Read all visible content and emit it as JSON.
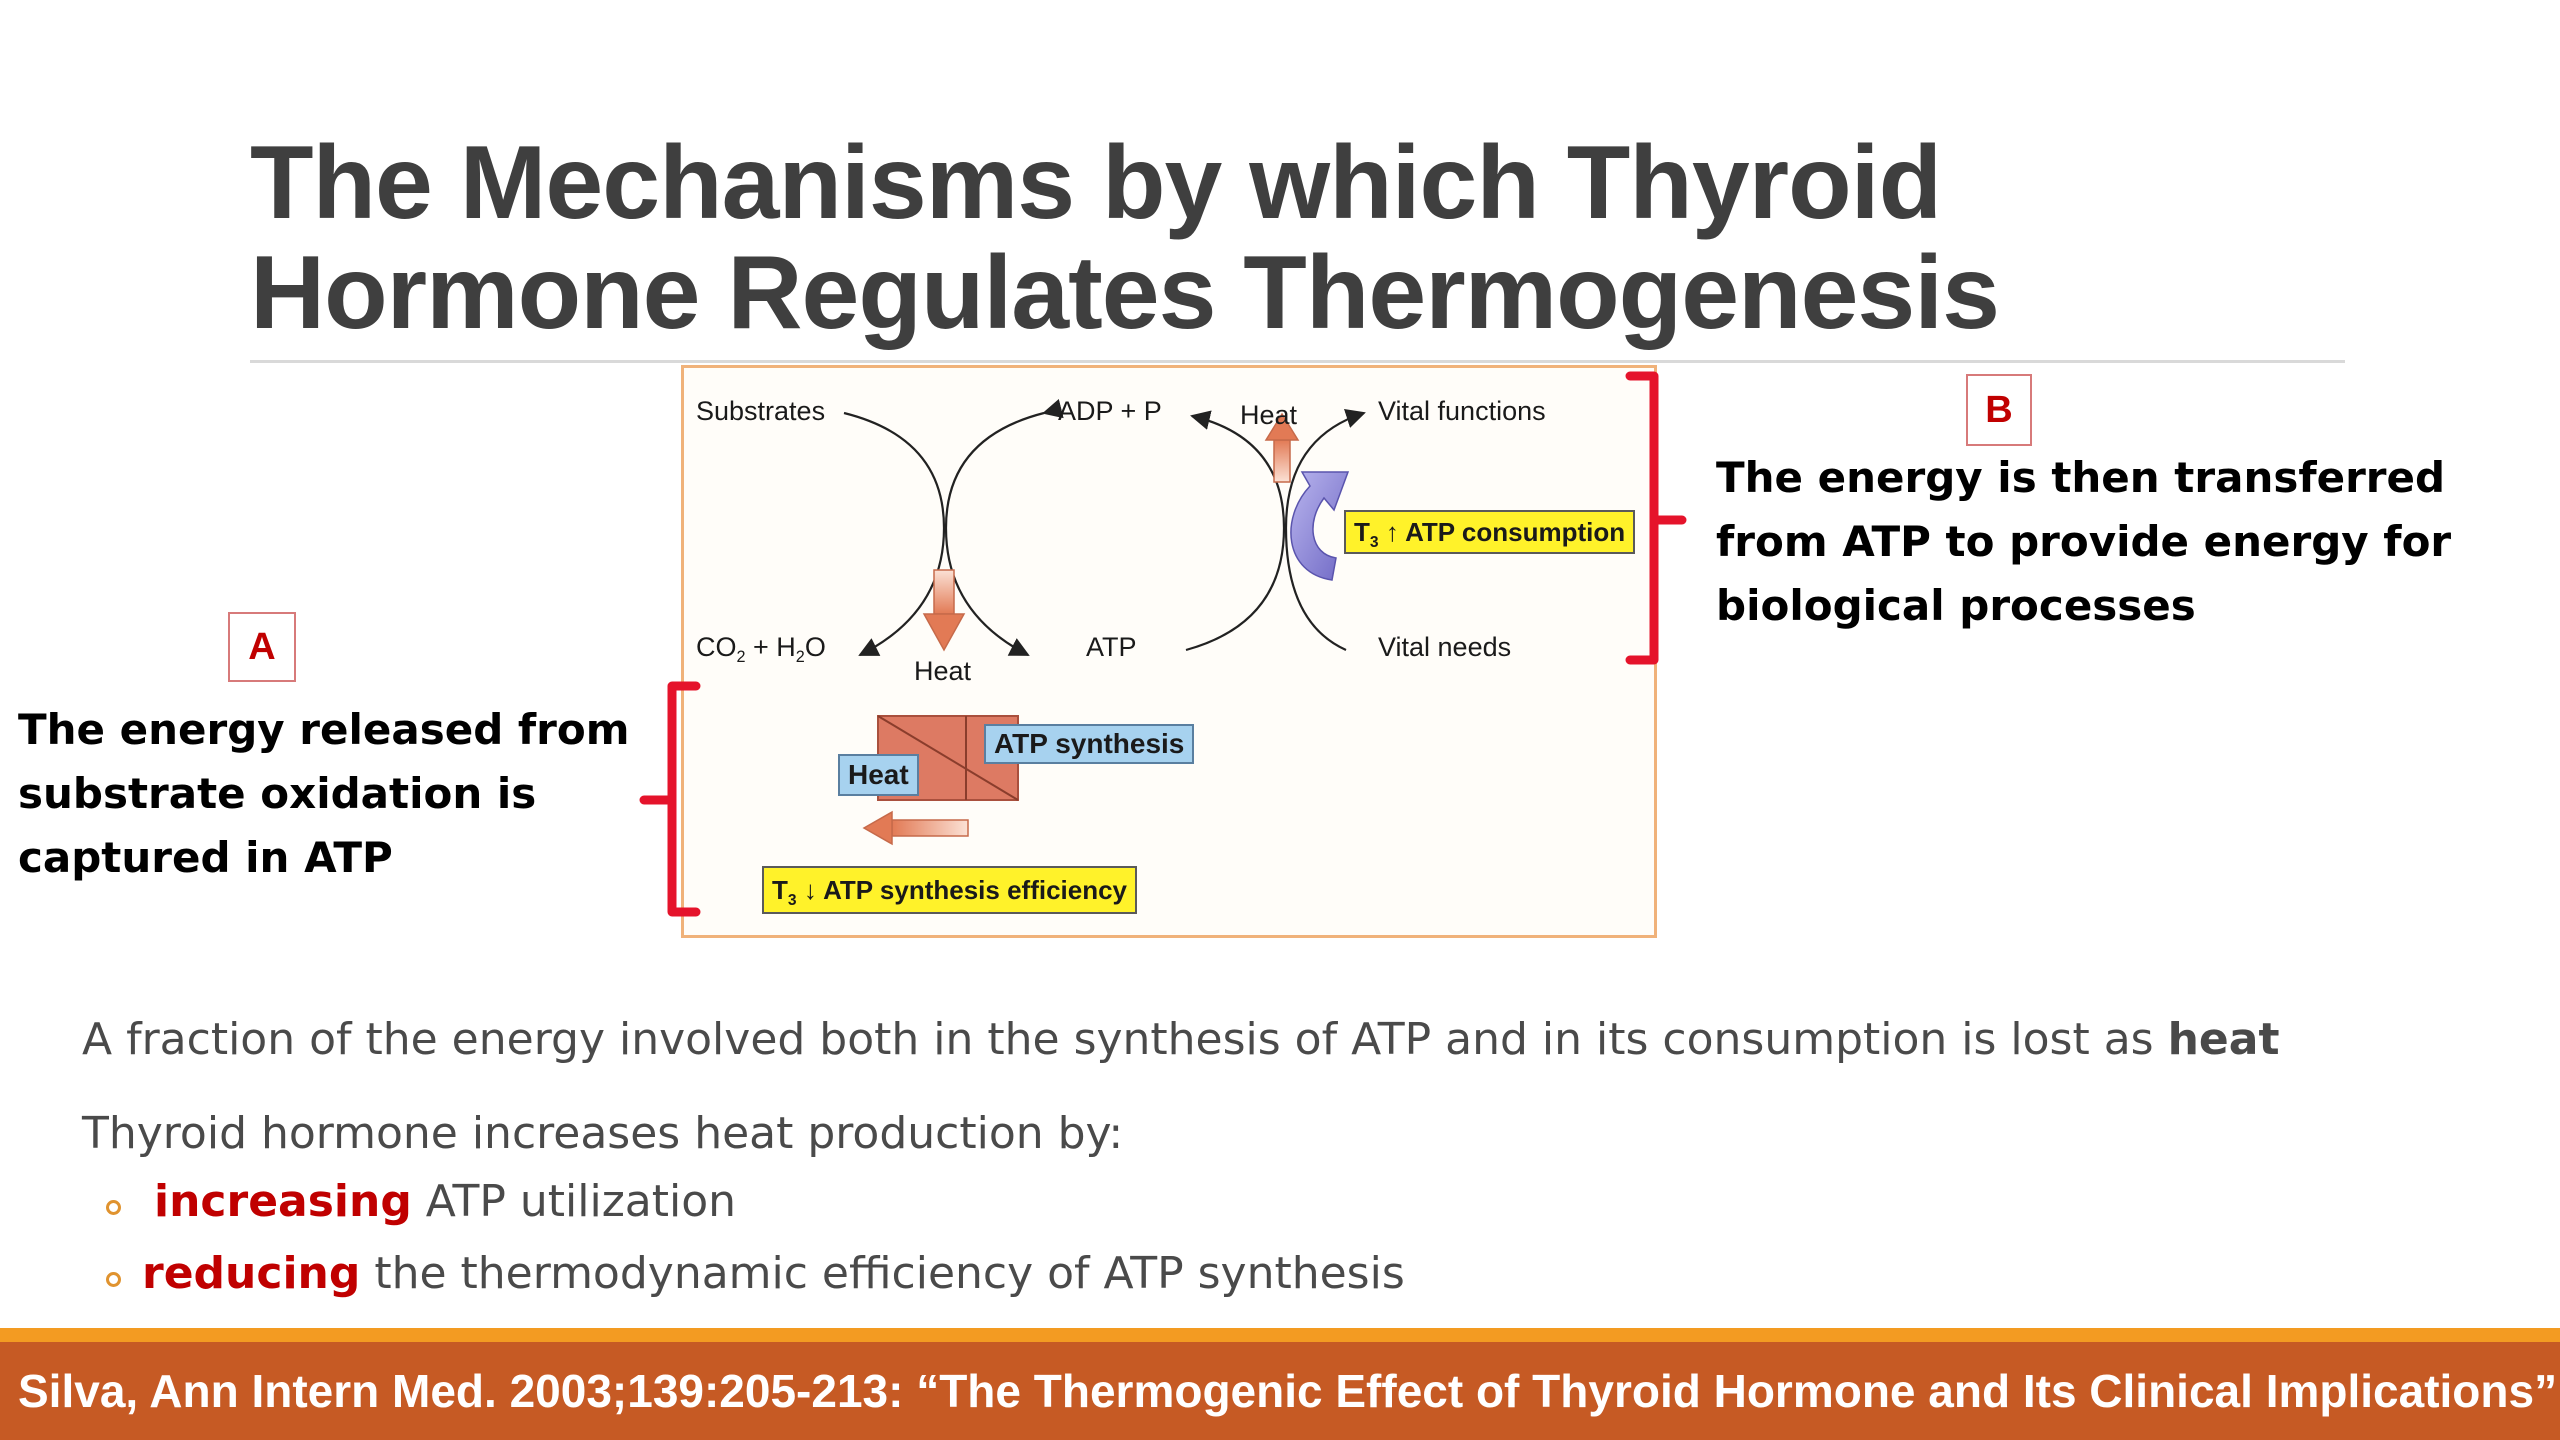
{
  "title": {
    "line1": "The Mechanisms by which Thyroid",
    "line2": "Hormone Regulates Thermogenesis"
  },
  "diagram": {
    "substrates": "Substrates",
    "adp_p": "ADP + P",
    "heat_top": "Heat",
    "vital_functions": "Vital functions",
    "co2_h2o": {
      "co": "CO",
      "sub2": "2",
      "plus": " + H",
      "sub3": "2",
      "o": "O"
    },
    "heat_mid": "Heat",
    "atp": "ATP",
    "vital_needs": "Vital needs",
    "t3": {
      "t": "T",
      "sub": "3"
    },
    "atp_consumption": "ATP consumption",
    "up_arrow": "↑",
    "atp_synthesis": "ATP synthesis",
    "heat_box": "Heat",
    "down_arrow": "↓",
    "atp_synthesis_efficiency": "ATP synthesis efficiency"
  },
  "annotations": {
    "a": {
      "tag": "A",
      "lines": [
        "The energy released from",
        "substrate oxidation is",
        "captured in ATP"
      ]
    },
    "b": {
      "tag": "B",
      "lines": [
        "The energy is then transferred",
        "from ATP to provide energy for",
        "biological processes"
      ]
    }
  },
  "body": {
    "line1": {
      "text": "A fraction of the energy involved both in the synthesis of ATP and in its consumption is lost as ",
      "bold": "heat"
    },
    "line2": "Thyroid hormone increases heat production by:",
    "bullets": [
      {
        "emph": "increasing",
        "rest": " ATP utilization"
      },
      {
        "emph": "reducing",
        "rest": " the thermodynamic efficiency of ATP synthesis"
      }
    ]
  },
  "footer": {
    "citation": "Silva, Ann Intern Med. 2003;139:205-213: “The Thermogenic Effect of Thyroid Hormone and Its Clinical Implications”"
  },
  "colors": {
    "title": "#3f3f3f",
    "accent_red": "#c00000",
    "footer_bg": "#c65a24",
    "footer_strip": "#f39b22",
    "highlight_yellow": "#fff22a",
    "label_blue": "#a7d2ef",
    "cycle_arrow_purple": "#8b86d6",
    "heat_arrow": "#e58a6a"
  },
  "icons": {
    "bullet": "hollow-circle-bullet",
    "cycle_arrow": "curved-arrow-icon",
    "heat_arrow": "heat-arrow-icon"
  }
}
